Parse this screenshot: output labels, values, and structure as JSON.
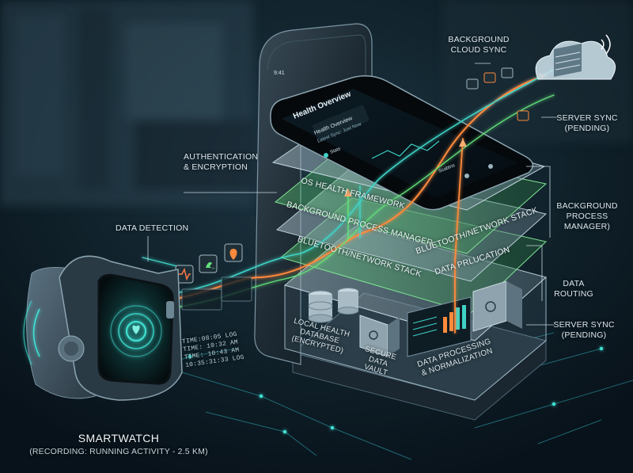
{
  "colors": {
    "background": "#0b1720",
    "accent_teal": "#3fd3c6",
    "accent_orange": "#ff8a3c",
    "accent_green": "#63e07a",
    "label_text": "#dce7ee"
  },
  "labels": {
    "background_cloud_sync": [
      "BACKGROUND",
      "CLOUD SYNC"
    ],
    "server_sync_top": [
      "SERVER SYNC",
      "(PENDING)"
    ],
    "authentication": [
      "AUTHENTICATION",
      "& ENCRYPTION"
    ],
    "data_detection": "DATA DETECTION",
    "background_process_manager": [
      "BACKGROUND",
      "PROCESS",
      "MANAGER)"
    ],
    "data_routing": [
      "DATA",
      "ROUTING"
    ],
    "server_sync_bottom": [
      "SERVER SYNC",
      "(PENDING)"
    ],
    "smartwatch_title": "SMARTWATCH",
    "smartwatch_subtitle": "(RECORDING: RUNNING ACTIVITY - 2.5 KM)"
  },
  "layers": {
    "os_health_framework": "OS HEALTH FRAMEWORK",
    "background_process_manager": "BACKGROUND PROCESS MANAGER",
    "bluetooth_left": "BLUETOOTH/NETWORK STACK",
    "bluetooth_right": "BLUETOOTH/NETWORK STACK",
    "data_preclucation": "DATA PRLUCATION"
  },
  "components": {
    "local_database": [
      "LOCAL HEALTH",
      "DATABASE",
      "(ENCRYPTED)"
    ],
    "secure_vault": [
      "SECURE DATA",
      "VAULT"
    ],
    "data_processing": [
      "DATA PROCESSING",
      "& NORMALIZATION"
    ]
  },
  "phone_screen": {
    "time": "9:41",
    "header": "Health Overview",
    "card_title": "Health Overview",
    "card_subtitle": "Latest Sync: Just Now",
    "stats": "Stats",
    "tab_label": "Scabtns"
  },
  "watch_log": [
    "TIME:08:05 LOG",
    "TIME: 10:32 AM",
    "TIME: 10:43 AM",
    "10:35:31:33 LOG"
  ],
  "icon_names": [
    "heart-icon",
    "phone-icon",
    "location-icon",
    "wifi-icon",
    "cloud-server-icon",
    "database-icon",
    "vault-icon",
    "chart-icon"
  ]
}
